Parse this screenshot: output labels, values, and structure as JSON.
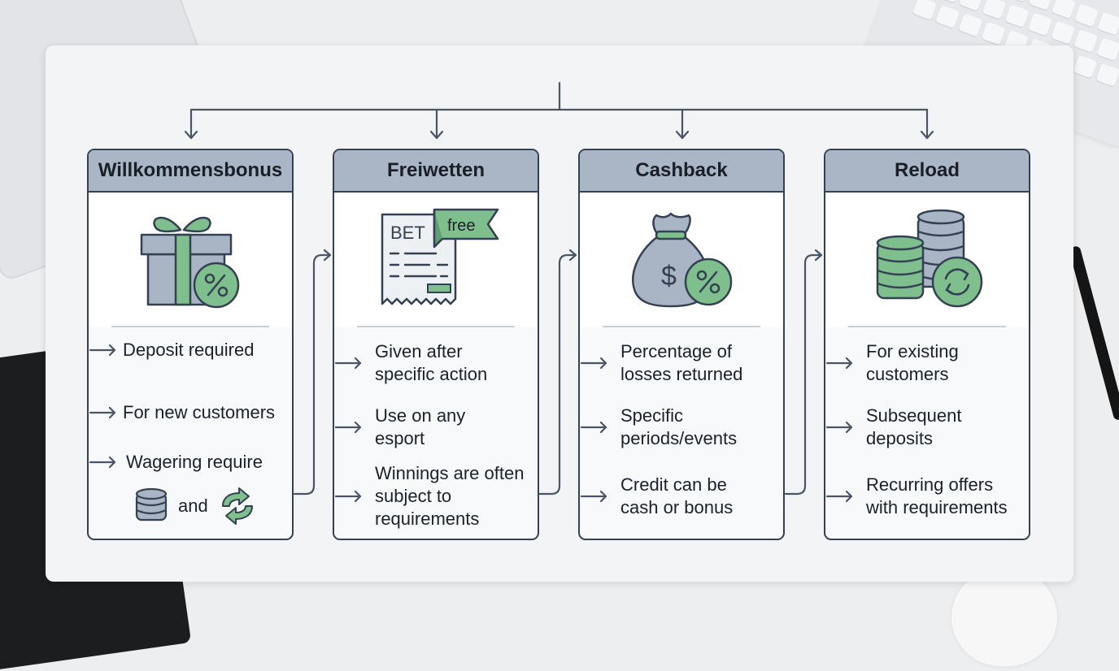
{
  "cards": [
    {
      "title": "Willkommensbonus",
      "icon": "gift-percent-icon",
      "items": [
        "Deposit required",
        "For new customers",
        "Wagering require"
      ],
      "extra": {
        "and_text": "and",
        "icons": [
          "coin-stack-icon",
          "refresh-arrows-icon"
        ]
      }
    },
    {
      "title": "Freiwetten",
      "icon": "bet-ticket-free-icon",
      "icon_text": {
        "bet": "BET",
        "free": "free"
      },
      "items": [
        "Given after specific action",
        "Use on any esport",
        "Winnings are often subject to requirements"
      ]
    },
    {
      "title": "Cashback",
      "icon": "money-bag-percent-icon",
      "items": [
        "Percentage of losses returned",
        "Specific periods/events",
        "Credit can be cash or bonus"
      ]
    },
    {
      "title": "Reload",
      "icon": "coin-stacks-reload-icon",
      "items": [
        "For existing customers",
        "Subsequent deposits",
        "Recurring offers with requirements"
      ]
    }
  ],
  "colors": {
    "header_fill": "#aab6c6",
    "stroke": "#344152",
    "accent_green": "#7fbf8e",
    "icon_gray": "#a9b4c4"
  }
}
